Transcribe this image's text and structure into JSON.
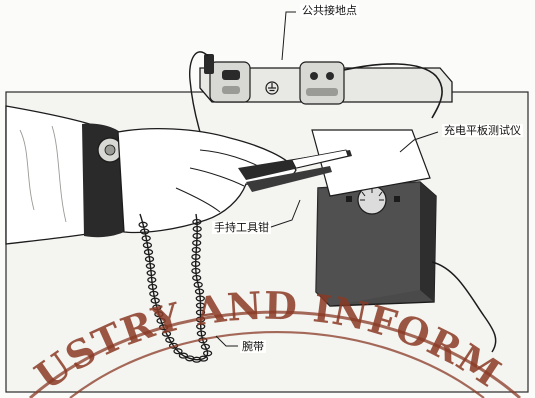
{
  "labels": {
    "ground_point": "公共接地点",
    "tester": "充电平板测试仪",
    "pliers": "手持工具钳",
    "wrist_strap": "腕带"
  },
  "watermark": {
    "text": "USTRY AND INFORMATIO",
    "color": "#8a3a24"
  },
  "colors": {
    "ink": "#1c1c1c",
    "tester_body": "#4a4a4a",
    "plate": "#ffffff"
  }
}
